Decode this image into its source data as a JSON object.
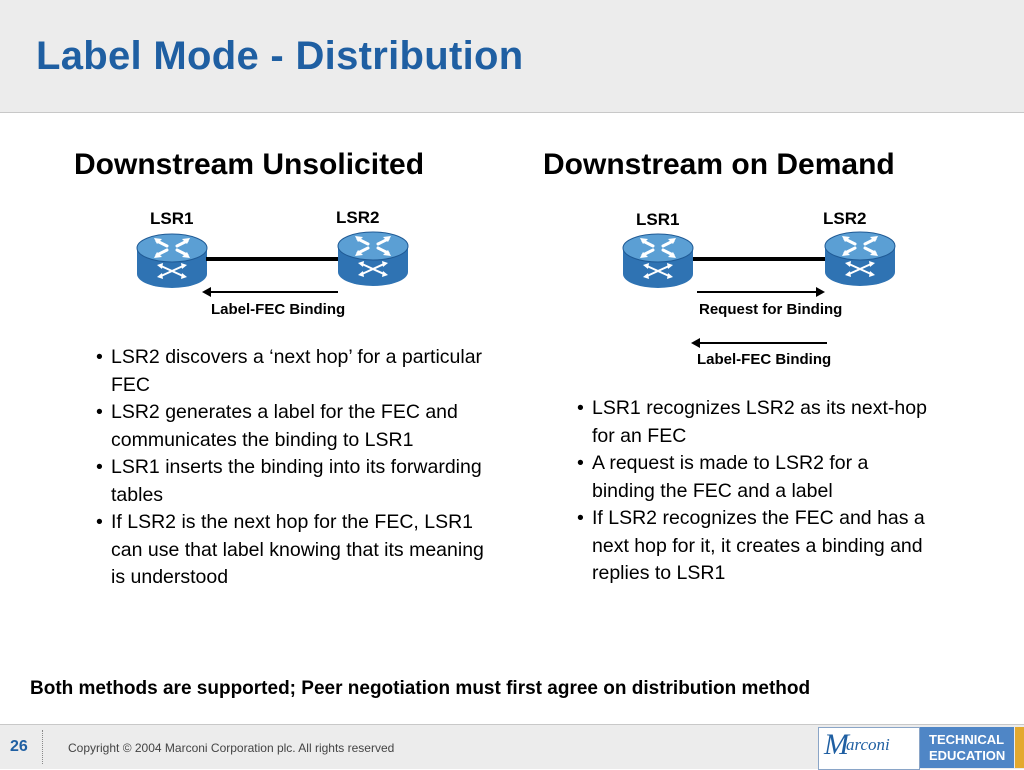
{
  "slide": {
    "title": "Label Mode - Distribution"
  },
  "left": {
    "heading": "Downstream Unsolicited",
    "router1_label": "LSR1",
    "router2_label": "LSR2",
    "arrow_label": "Label-FEC Binding",
    "bullets": [
      "LSR2 discovers a ‘next hop’ for a particular FEC",
      "LSR2 generates a label for the FEC and communicates the binding to LSR1",
      "LSR1 inserts the binding into its forwarding tables",
      "If LSR2 is the next hop for the FEC, LSR1 can use that label knowing that its meaning is understood"
    ]
  },
  "right": {
    "heading": "Downstream on Demand",
    "router1_label": "LSR1",
    "router2_label": "LSR2",
    "arrow1_label": "Request for Binding",
    "arrow2_label": "Label-FEC Binding",
    "bullets": [
      "LSR1 recognizes LSR2 as its next-hop for an FEC",
      "A request is made to LSR2 for a binding the FEC and a label",
      "If LSR2 recognizes the FEC and has a next hop for it, it creates a binding and replies to LSR1"
    ]
  },
  "summary": "Both methods are supported; Peer negotiation must first agree on distribution method",
  "footer": {
    "page_number": "26",
    "copyright": "Copyright © 2004 Marconi Corporation plc. All rights reserved",
    "logo_text": "arconi",
    "logo_m": "M",
    "education_line1": "TECHNICAL",
    "education_line2": "EDUCATION"
  },
  "colors": {
    "title": "#1f5fa2",
    "router_top": "#5b9fd4",
    "router_side": "#2f73b3",
    "edu_box": "#4f86c6",
    "gold": "#e3a92e"
  }
}
